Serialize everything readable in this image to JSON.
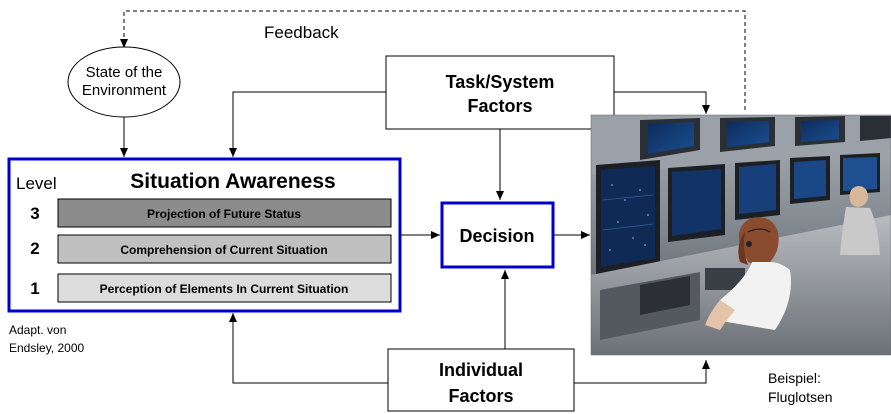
{
  "feedback_label": "Feedback",
  "environment": {
    "line1": "State of the",
    "line2": "Environment"
  },
  "task_system": {
    "line1": "Task/System",
    "line2": "Factors"
  },
  "situation_awareness": {
    "level_label": "Level",
    "title": "Situation Awareness",
    "levels": [
      {
        "number": "3",
        "label": "Projection of Future Status",
        "color": "#8c8c8c"
      },
      {
        "number": "2",
        "label": "Comprehension of Current Situation",
        "color": "#c0c0c0"
      },
      {
        "number": "1",
        "label": "Perception of Elements In Current Situation",
        "color": "#dcdcdc"
      }
    ],
    "border_color": "#0000cc"
  },
  "decision": {
    "label": "Decision"
  },
  "individual": {
    "line1": "Individual",
    "line2": "Factors"
  },
  "source_note": {
    "line1": "Adapt. von",
    "line2": "Endsley, 2000"
  },
  "photo_caption": {
    "line1": "Beispiel:",
    "line2": "Fluglotsen"
  }
}
